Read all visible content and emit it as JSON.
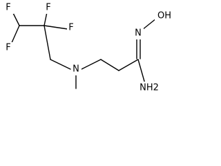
{
  "structure": {
    "atoms": [
      {
        "id": "f1",
        "label": "F"
      },
      {
        "id": "f2",
        "label": "F"
      },
      {
        "id": "f3",
        "label": "F"
      },
      {
        "id": "f4",
        "label": "F"
      },
      {
        "id": "n_amine",
        "label": "N"
      },
      {
        "id": "n_oxime",
        "label": "N"
      },
      {
        "id": "hydroxyl",
        "label": "OH"
      },
      {
        "id": "amino",
        "label": "NH2"
      }
    ]
  }
}
